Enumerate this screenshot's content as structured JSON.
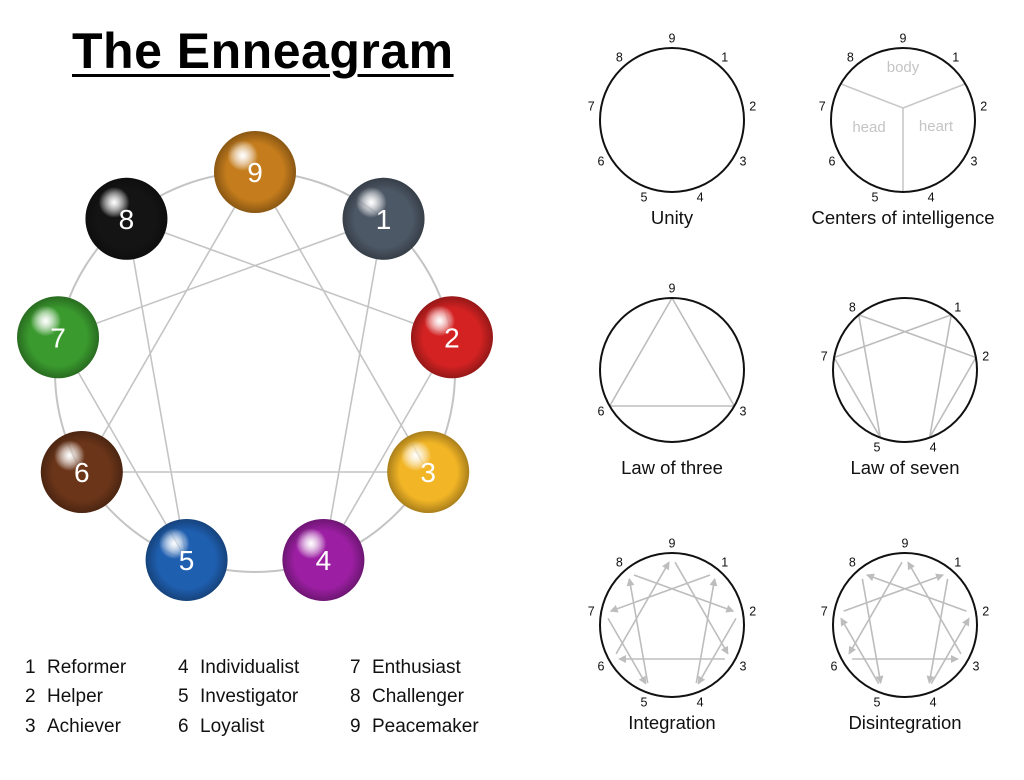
{
  "title": "The Enneagram",
  "points": [
    "9",
    "1",
    "2",
    "3",
    "4",
    "5",
    "6",
    "7",
    "8"
  ],
  "colors": {
    "1": "#4d5866",
    "2": "#d42222",
    "3": "#f2b526",
    "4": "#9c1fa3",
    "5": "#1f5fb0",
    "6": "#6b3519",
    "7": "#3a9a2e",
    "8": "#141414",
    "9": "#c47c1c",
    "line": "#c4c4c4",
    "circle": "#111111"
  },
  "legend": [
    {
      "num": "1",
      "label": "Reformer"
    },
    {
      "num": "2",
      "label": "Helper"
    },
    {
      "num": "3",
      "label": "Achiever"
    },
    {
      "num": "4",
      "label": "Individualist"
    },
    {
      "num": "5",
      "label": "Investigator"
    },
    {
      "num": "6",
      "label": "Loyalist"
    },
    {
      "num": "7",
      "label": "Enthusiast"
    },
    {
      "num": "8",
      "label": "Challenger"
    },
    {
      "num": "9",
      "label": "Peacemaker"
    }
  ],
  "diagrams": [
    {
      "caption": "Unity",
      "labels": [
        "9",
        "1",
        "2",
        "3",
        "4",
        "5",
        "6",
        "7",
        "8"
      ],
      "lines": [],
      "arrows": []
    },
    {
      "caption": "Centers of intelligence",
      "labels": [
        "9",
        "1",
        "2",
        "3",
        "4",
        "5",
        "6",
        "7",
        "8"
      ],
      "centers": [
        "body",
        "heart",
        "head"
      ],
      "lines": [],
      "arrows": []
    },
    {
      "caption": "Law of three",
      "labels": [
        "9",
        "3",
        "6"
      ],
      "lines": [
        [
          9,
          3
        ],
        [
          3,
          6
        ],
        [
          6,
          9
        ]
      ],
      "arrows": []
    },
    {
      "caption": "Law of seven",
      "labels": [
        "1",
        "2",
        "4",
        "5",
        "7",
        "8"
      ],
      "lines": [
        [
          1,
          4
        ],
        [
          4,
          2
        ],
        [
          2,
          8
        ],
        [
          8,
          5
        ],
        [
          5,
          7
        ],
        [
          7,
          1
        ]
      ],
      "arrows": []
    },
    {
      "caption": "Integration",
      "labels": [
        "9",
        "1",
        "2",
        "3",
        "4",
        "5",
        "6",
        "7",
        "8"
      ],
      "lines": [],
      "arrows": [
        [
          1,
          7
        ],
        [
          7,
          5
        ],
        [
          5,
          8
        ],
        [
          8,
          2
        ],
        [
          2,
          4
        ],
        [
          4,
          1
        ],
        [
          9,
          3
        ],
        [
          3,
          6
        ],
        [
          6,
          9
        ]
      ]
    },
    {
      "caption": "Disintegration",
      "labels": [
        "9",
        "1",
        "2",
        "3",
        "4",
        "5",
        "6",
        "7",
        "8"
      ],
      "lines": [],
      "arrows": [
        [
          1,
          4
        ],
        [
          4,
          2
        ],
        [
          2,
          8
        ],
        [
          8,
          5
        ],
        [
          5,
          7
        ],
        [
          7,
          1
        ],
        [
          9,
          6
        ],
        [
          6,
          3
        ],
        [
          3,
          9
        ]
      ]
    }
  ],
  "main_lines": [
    [
      1,
      4
    ],
    [
      4,
      2
    ],
    [
      2,
      8
    ],
    [
      8,
      5
    ],
    [
      5,
      7
    ],
    [
      7,
      1
    ],
    [
      9,
      3
    ],
    [
      3,
      6
    ],
    [
      6,
      9
    ]
  ]
}
